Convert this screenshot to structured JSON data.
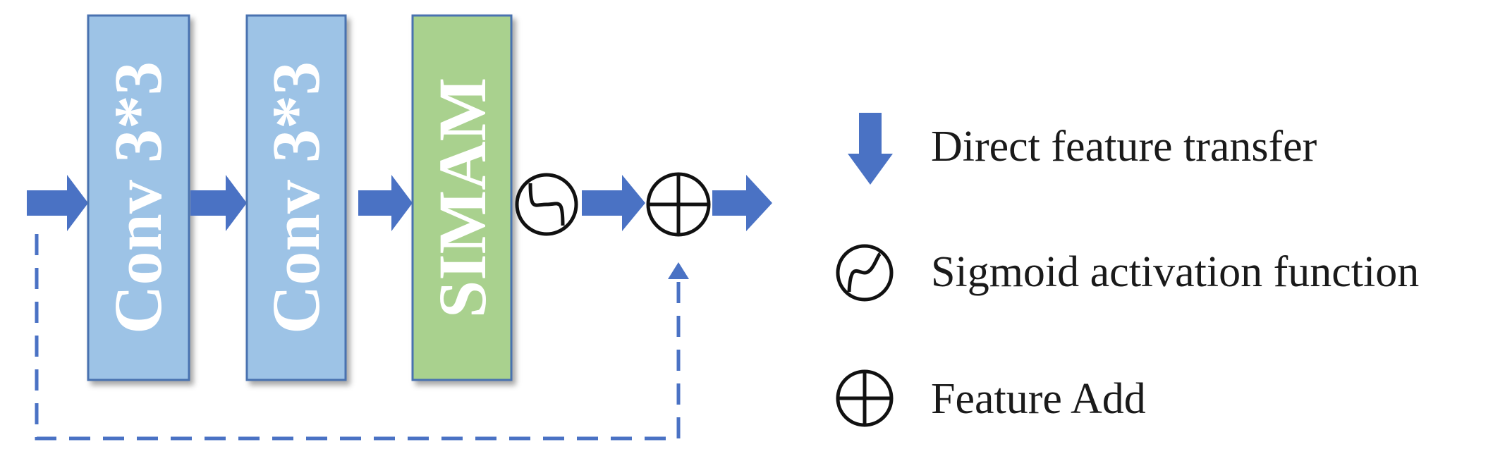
{
  "blocks": [
    {
      "label": "Conv 3*3",
      "fill": "#9dc3e6",
      "stroke": "#4a72b0"
    },
    {
      "label": "Conv 3*3",
      "fill": "#9dc3e6",
      "stroke": "#4a72b0"
    },
    {
      "label": "SIMAM",
      "fill": "#a9d18e",
      "stroke": "#4a72b0"
    }
  ],
  "colors": {
    "arrow": "#4a72c4",
    "dashed_line": "#4a72c4",
    "symbol_stroke": "#111111"
  },
  "icons": {
    "sigmoid": "sigmoid-icon",
    "add": "circled-plus-icon",
    "arrow": "down-arrow-icon"
  },
  "legend": {
    "direct_transfer": "Direct feature transfer",
    "sigmoid": "Sigmoid activation function",
    "feature_add": "Feature Add"
  }
}
